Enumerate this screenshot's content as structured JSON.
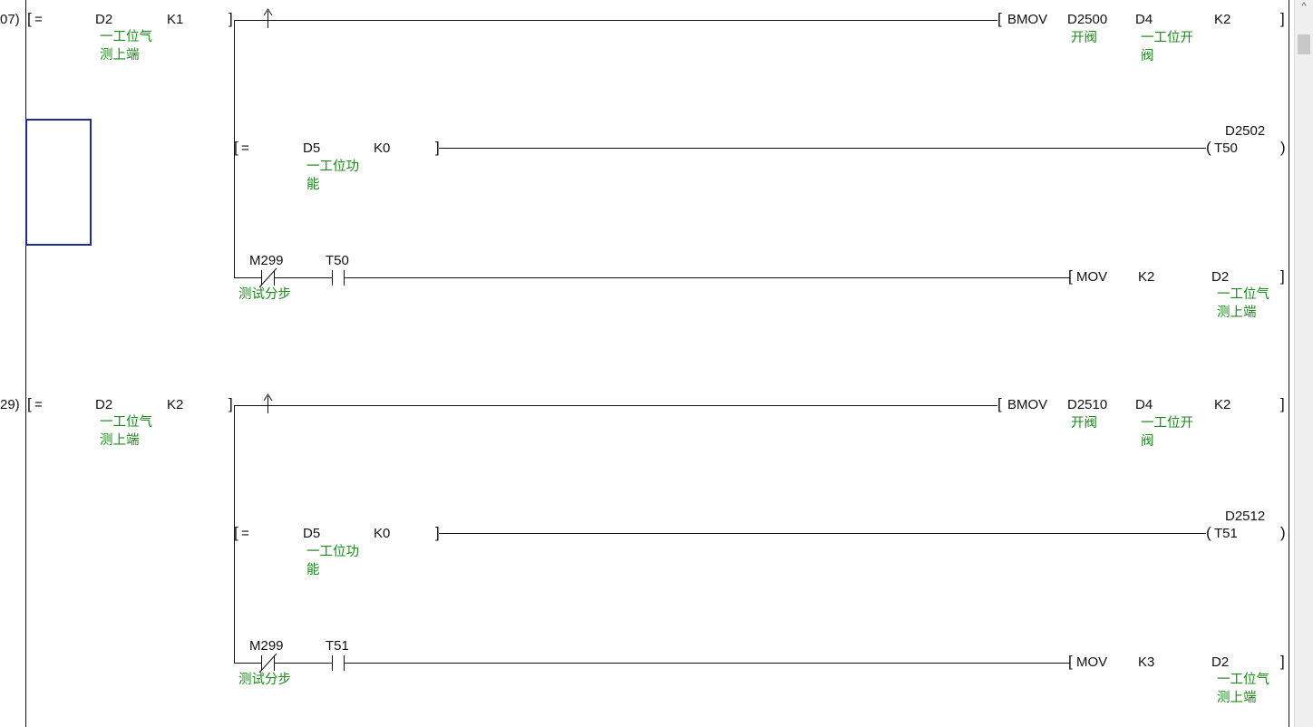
{
  "rungs": [
    {
      "step": "07)",
      "compare": {
        "op": "=",
        "s1": "D2",
        "s1_comment": "一工位气\n测上端",
        "s2": "K1"
      },
      "main_instr": {
        "name": "BMOV",
        "op1": "D2500",
        "op1_comment": "开阀",
        "op2": "D4",
        "op2_comment": "一工位开\n阀",
        "op3": "K2"
      },
      "branch_compare": {
        "op": "=",
        "s1": "D5",
        "s1_comment": "一工位功\n能",
        "s2": "K0"
      },
      "timer": {
        "preset": "D2502",
        "name": "T50"
      },
      "contacts": {
        "c1": "M299",
        "c1_comment": "测试分步",
        "c2": "T50"
      },
      "mov": {
        "name": "MOV",
        "src": "K2",
        "dst": "D2",
        "dst_comment": "一工位气\n测上端"
      }
    },
    {
      "step": "29)",
      "compare": {
        "op": "=",
        "s1": "D2",
        "s1_comment": "一工位气\n测上端",
        "s2": "K2"
      },
      "main_instr": {
        "name": "BMOV",
        "op1": "D2510",
        "op1_comment": "开阀",
        "op2": "D4",
        "op2_comment": "一工位开\n阀",
        "op3": "K2"
      },
      "branch_compare": {
        "op": "=",
        "s1": "D5",
        "s1_comment": "一工位功\n能",
        "s2": "K0"
      },
      "timer": {
        "preset": "D2512",
        "name": "T51"
      },
      "contacts": {
        "c1": "M299",
        "c1_comment": "测试分步",
        "c2": "T51"
      },
      "mov": {
        "name": "MOV",
        "src": "K3",
        "dst": "D2",
        "dst_comment": "一工位气\n测上端"
      }
    }
  ],
  "scrollbar": {
    "up_glyph": "^"
  }
}
